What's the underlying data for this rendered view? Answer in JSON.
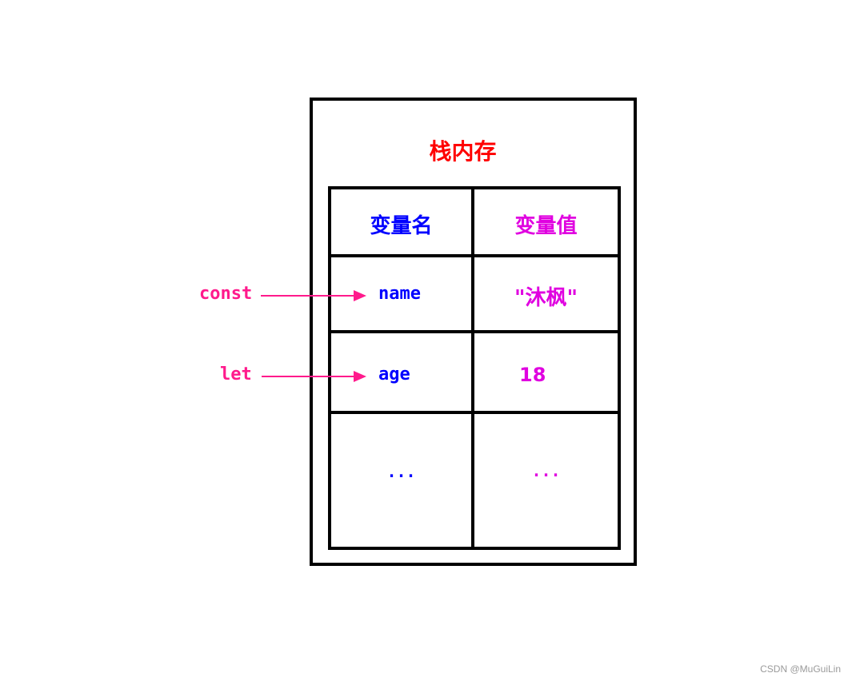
{
  "diagram": {
    "title": "栈内存",
    "table": {
      "headers": [
        "变量名",
        "变量值"
      ],
      "rows": [
        {
          "name": "name",
          "value": "\"沐枫\"",
          "keyword": "const"
        },
        {
          "name": "age",
          "value": "18",
          "keyword": "let"
        },
        {
          "name": "...",
          "value": "..."
        }
      ]
    },
    "colors": {
      "title": "#ff0000",
      "name_column": "#0000ff",
      "value_column": "#e000e0",
      "keywords_arrows": "#ff1a8c",
      "borders": "#000000"
    }
  },
  "watermark": "CSDN @MuGuiLin"
}
